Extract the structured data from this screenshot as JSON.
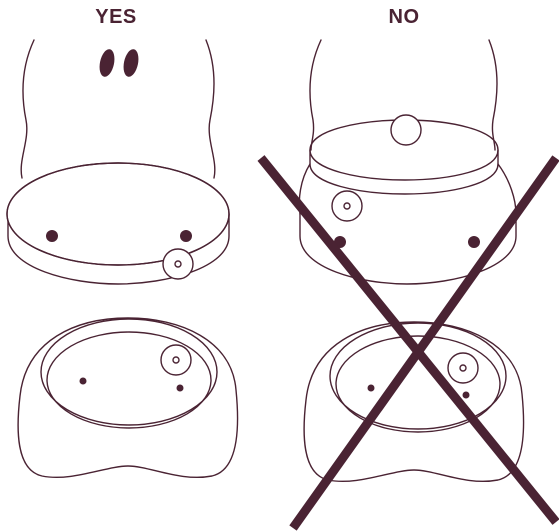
{
  "labels": {
    "yes": "YES",
    "no": "NO"
  },
  "colors": {
    "ink": "#4a2333",
    "background": "#ffffff"
  },
  "panels": [
    {
      "column": "yes",
      "view": "side",
      "status": "correct"
    },
    {
      "column": "no",
      "view": "side",
      "status": "incorrect"
    },
    {
      "column": "yes",
      "view": "bottom",
      "status": "correct"
    },
    {
      "column": "no",
      "view": "bottom",
      "status": "incorrect"
    }
  ],
  "cross_mark": {
    "column": "no",
    "icon": "x-cross-icon"
  }
}
